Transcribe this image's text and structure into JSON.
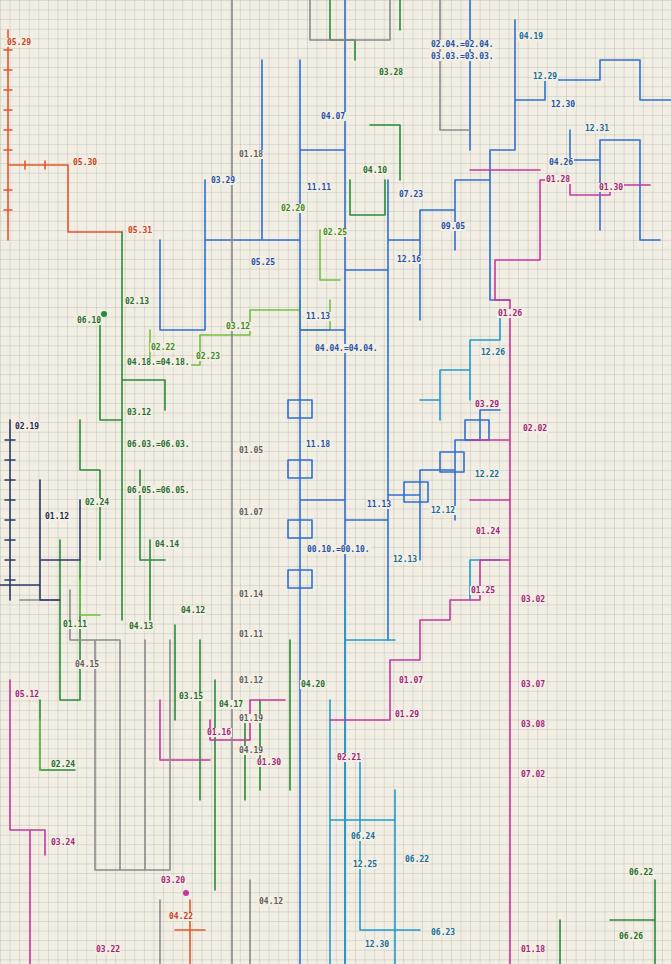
{
  "diagram": {
    "labels": [
      "05.29",
      "05.30",
      "05.31",
      "01.18",
      "03.29",
      "04.07",
      "03.28",
      "02.04.=02.04.",
      "03.03.=03.03.",
      "04.19",
      "12.29",
      "12.30",
      "12.31",
      "04.26",
      "01.28",
      "01.30",
      "11.11",
      "04.10",
      "05.25",
      "02.20",
      "02.25",
      "07.23",
      "09.05",
      "12.16",
      "11.13",
      "04.04.=04.04.",
      "02.13",
      "06.10",
      "02.22",
      "02.23",
      "03.12",
      "04.18.=04.18.",
      "03.12",
      "06.03.=06.03.",
      "06.05.=06.05.",
      "02.19",
      "01.12",
      "02.24",
      "01.11",
      "04.14",
      "11.18",
      "01.05",
      "01.07",
      "12.26",
      "01.26",
      "03.29",
      "02.02",
      "12.22",
      "12.12",
      "11.13",
      "00.10.=00.10.",
      "01.24",
      "01.25",
      "12.13",
      "03.02",
      "03.07",
      "03.08",
      "07.02",
      "01.14",
      "01.11",
      "04.13",
      "04.12",
      "04.15",
      "03.15",
      "01.12",
      "01.19",
      "04.19",
      "04.17",
      "04.20",
      "01.16",
      "01.30",
      "01.07",
      "01.29",
      "06.24",
      "12.25",
      "06.22",
      "12.30",
      "06.23",
      "06.26",
      "06.22",
      "03.20",
      "03.22",
      "04.22",
      "04.12",
      "01.18",
      "02.24",
      "05.12",
      "03.24",
      "02.21"
    ]
  }
}
